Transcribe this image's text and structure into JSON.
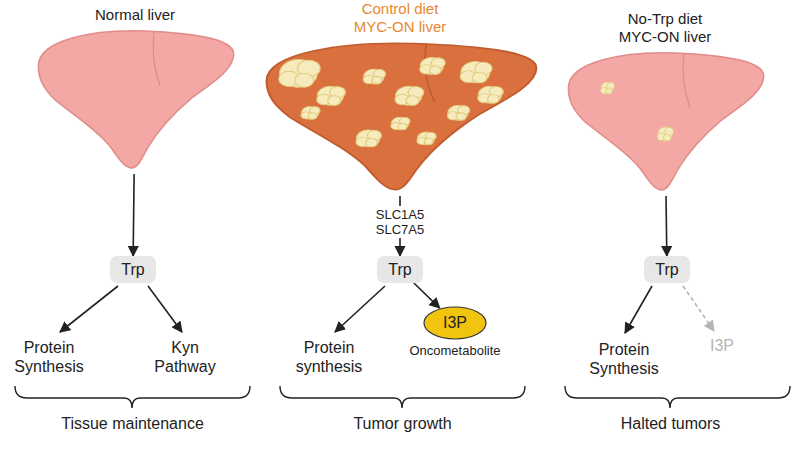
{
  "diagram": {
    "nodes": [
      {
        "text": [
          "Normal liver"
        ]
      },
      {
        "text": [
          "Control diet",
          "MYC-ON liver"
        ]
      },
      {
        "text": [
          "No-Trp diet",
          "MYC-ON liver"
        ]
      },
      {
        "text": [
          "Trp"
        ]
      },
      {
        "text": [
          "Trp"
        ]
      },
      {
        "text": [
          "Trp"
        ]
      },
      {
        "text": [
          "I3P",
          "Oncometabolite"
        ]
      }
    ],
    "edges": [
      {
        "from": 0,
        "to": 3,
        "arrow": "to"
      },
      {
        "from": 1,
        "to": 4,
        "label": "SLC1A5 SLC7A5",
        "arrow": "to"
      },
      {
        "from": 2,
        "to": 5,
        "arrow": "to"
      },
      {
        "from": 4,
        "to": 6,
        "arrow": "to"
      }
    ],
    "labels": [
      "Protein Synthesis",
      "Kyn Pathway",
      "Tissue maintenance",
      "Protein synthesis",
      "Tumor growth",
      "Protein Synthesis",
      "I3P",
      "Halted tumors"
    ]
  }
}
